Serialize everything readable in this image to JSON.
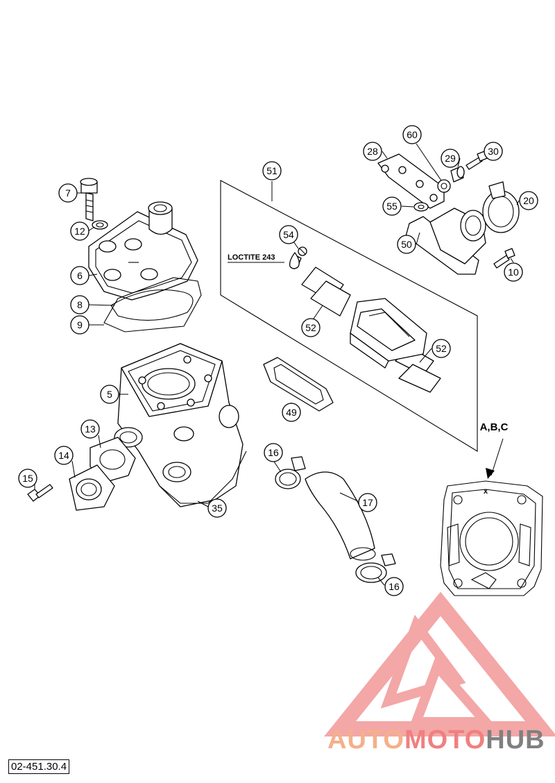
{
  "callouts": [
    {
      "id": "7",
      "label": "7"
    },
    {
      "id": "12",
      "label": "12"
    },
    {
      "id": "6",
      "label": "6"
    },
    {
      "id": "8",
      "label": "8"
    },
    {
      "id": "9",
      "label": "9"
    },
    {
      "id": "5",
      "label": "5"
    },
    {
      "id": "13",
      "label": "13"
    },
    {
      "id": "14",
      "label": "14"
    },
    {
      "id": "15",
      "label": "15"
    },
    {
      "id": "35",
      "label": "35"
    },
    {
      "id": "51",
      "label": "51"
    },
    {
      "id": "54",
      "label": "54"
    },
    {
      "id": "52a",
      "label": "52"
    },
    {
      "id": "52b",
      "label": "52"
    },
    {
      "id": "49",
      "label": "49"
    },
    {
      "id": "16a",
      "label": "16"
    },
    {
      "id": "17",
      "label": "17"
    },
    {
      "id": "16b",
      "label": "16"
    },
    {
      "id": "28",
      "label": "28"
    },
    {
      "id": "60",
      "label": "60"
    },
    {
      "id": "29",
      "label": "29"
    },
    {
      "id": "30",
      "label": "30"
    },
    {
      "id": "20",
      "label": "20"
    },
    {
      "id": "55",
      "label": "55"
    },
    {
      "id": "50",
      "label": "50"
    },
    {
      "id": "10",
      "label": "10"
    }
  ],
  "notes": {
    "loctite": "LOCTITE 243",
    "variant_label": "A,B,C",
    "marker": "x"
  },
  "watermark": {
    "part1": "AUTO",
    "part2": "MOTO",
    "part3": "HUB",
    "color_light": "#f4b08a",
    "color_mid": "#f08080",
    "color_dark": "#808080"
  },
  "reference_code": "02-451.30.4"
}
